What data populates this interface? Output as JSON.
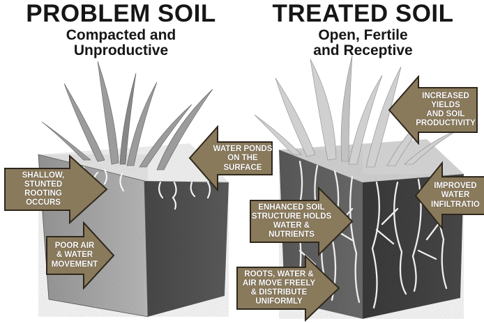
{
  "left_panel": {
    "title": "PROBLEM SOIL",
    "subtitle": "Compacted and\nUnproductive",
    "callouts": [
      {
        "id": "water-ponds",
        "text": "WATER PONDS\nON THE\nSURFACE",
        "direction": "left"
      },
      {
        "id": "shallow-rooting",
        "text": "SHALLOW,\nSTUNTED ROOTING\nOCCURS",
        "direction": "right"
      },
      {
        "id": "poor-air-water",
        "text": "POOR AIR\n& WATER\nMOVEMENT",
        "direction": "right"
      }
    ]
  },
  "right_panel": {
    "title": "TREATED SOIL",
    "subtitle": "Open, Fertile\nand Receptive",
    "callouts": [
      {
        "id": "increased-yields",
        "text": "INCREASED\nYIELDS\nAND SOIL\nPRODUCTIVITY",
        "direction": "left"
      },
      {
        "id": "improved-infiltration",
        "text": "IMPROVED\nWATER\nINFILTRATIO",
        "direction": "left"
      },
      {
        "id": "enhanced-structure",
        "text": "ENHANCED SOIL\nSTRUCTURE HOLDS\nWATER &\nNUTRIENTS",
        "direction": "right"
      },
      {
        "id": "roots-water-air",
        "text": "ROOTS, WATER &\nAIR MOVE FREELY\n& DISTRIBUTE\nUNIFORMLY",
        "direction": "right"
      }
    ]
  },
  "colors": {
    "arrow_fill": "#8a7a5c",
    "arrow_stroke": "#2e271c",
    "heading_text": "#161616"
  }
}
